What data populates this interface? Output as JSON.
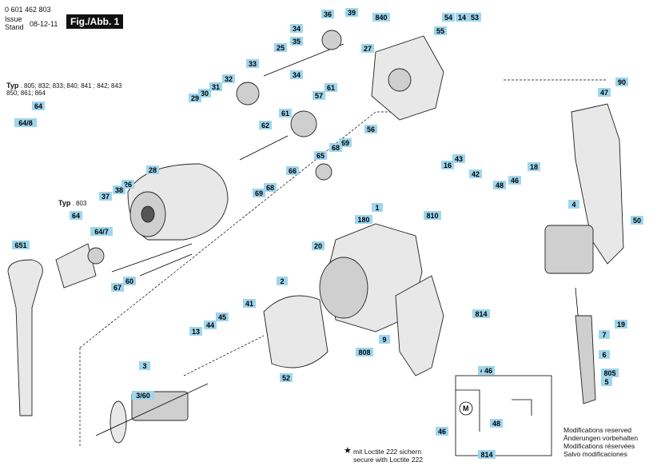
{
  "header": {
    "part_number": "0 601 462 803",
    "issue_label": "Issue\nStand",
    "issue_date": "08-12-11",
    "figure": "Fig./Abb. 1"
  },
  "typ_notes": {
    "typ_a_label": "Typ",
    "typ_a_text": ". 805; 832; 833; 840; 841 ; 842; 843\n850; 861; 864",
    "typ_b_label": "Typ",
    "typ_b_text": ". 803"
  },
  "loctite": {
    "line1": "mit Loctite 222 sichern",
    "line2": "secure with Loctite 222"
  },
  "modifications": [
    "Modifications reserved",
    "Änderungen vorbehalten",
    "Modifications réservées",
    "Salvo modificaciones"
  ],
  "parts": [
    "39",
    "36",
    "840",
    "54",
    "14",
    "53",
    "34",
    "35",
    "55",
    "27",
    "25",
    "33",
    "34",
    "32",
    "31",
    "30",
    "29",
    "61",
    "57",
    "61",
    "62",
    "56",
    "69",
    "68",
    "65",
    "64",
    "64/8",
    "66",
    "69",
    "68",
    "28",
    "26",
    "38",
    "37",
    "180",
    "43",
    "16",
    "18",
    "42",
    "46",
    "48",
    "64",
    "64/7",
    "1",
    "810",
    "90",
    "47",
    "4",
    "50",
    "20",
    "651",
    "67",
    "60",
    "41",
    "2",
    "45",
    "44",
    "13",
    "52",
    "3",
    "3/60",
    "808",
    "9",
    "814",
    "7",
    "19",
    "6",
    "805",
    "5",
    "42",
    "46",
    "46",
    "48",
    "814"
  ]
}
